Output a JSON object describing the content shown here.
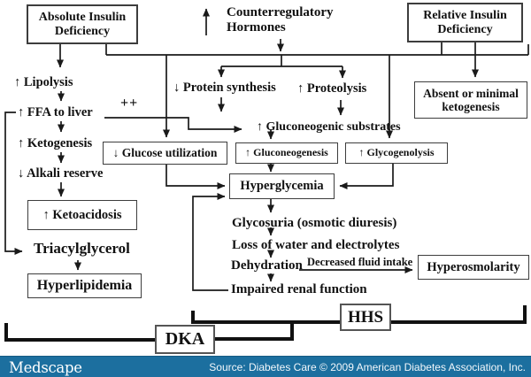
{
  "diagram": {
    "boxes": {
      "absolute": "Absolute Insulin Deficiency",
      "relative": "Relative Insulin Deficiency",
      "absent_ketogenesis": "Absent or minimal ketogenesis",
      "glucose_utilization": "↓ Glucose utilization",
      "gluconeogenesis": "↑ Gluconeogenesis",
      "glycogenolysis": "↑ Glycogenolysis",
      "hyperglycemia": "Hyperglycemia",
      "ketoacidosis": "↑ Ketoacidosis",
      "hyperlipidemia": "Hyperlipidemia",
      "hyperosmolarity": "Hyperosmolarity",
      "dka": "DKA",
      "hhs": "HHS"
    },
    "labels": {
      "counterregulatory": "Counterregulatory Hormones",
      "lipolysis": "↑ Lipolysis",
      "ffa_to_liver": "↑ FFA to liver",
      "plus_plus": "++",
      "ketogenesis": "↑ Ketogenesis",
      "alkali_reserve": "↓ Alkali reserve",
      "triacylglycerol": "Triacylglycerol",
      "protein_synthesis": "↓ Protein synthesis",
      "proteolysis": "↑ Proteolysis",
      "gluconeogenic_substrates": "↑ Gluconeogenic substrates",
      "glycosuria": "Glycosuria (osmotic diuresis)",
      "loss_of_water": "Loss of water and electrolytes",
      "dehydration": "Dehydration",
      "decreased_fluid_intake": "Decreased fluid intake",
      "impaired_renal": "Impaired renal function"
    },
    "line_color": "#1a1a1a"
  },
  "footer": {
    "logo": "Medscape",
    "source": "Source: Diabetes Care © 2009 American Diabetes Association, Inc.",
    "bar_color": "#1c6f9f"
  }
}
